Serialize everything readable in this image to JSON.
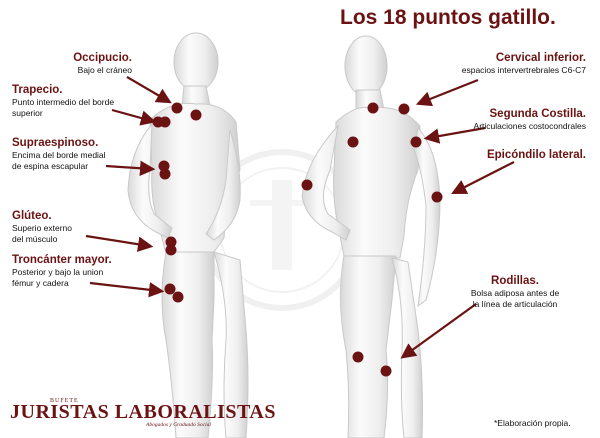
{
  "title": "Los 18  puntos gatillo.",
  "labels": {
    "occipucio": {
      "title": "Occipucio.",
      "desc": [
        "Bajo el cráneo"
      ]
    },
    "trapecio": {
      "title": "Trapecio.",
      "desc": [
        "Punto intermedio del borde",
        "superior"
      ]
    },
    "supraespinoso": {
      "title": "Supraespinoso.",
      "desc": [
        "Encima del borde medial",
        "de espina escapular"
      ]
    },
    "gluteo": {
      "title": "Glúteo.",
      "desc": [
        "Superio externo",
        "del músculo"
      ]
    },
    "trocanter": {
      "title": "Troncánter mayor.",
      "desc": [
        "Posterior y bajo la union",
        "fémur y cadera"
      ]
    },
    "cervical": {
      "title": "Cervical inferior.",
      "desc": [
        "espacios intervertrebrales C6-C7"
      ]
    },
    "costilla": {
      "title": "Segunda Costilla.",
      "desc": [
        "Articulaciones costocondrales"
      ]
    },
    "epicondilo": {
      "title": "Epicóndilo lateral.",
      "desc": []
    },
    "rodillas": {
      "title": "Rodillas.",
      "desc": [
        "Bolsa adiposa antes de",
        "la línea de articulación"
      ]
    }
  },
  "brand": {
    "small": "BUFETE",
    "name": "JURISTAS LABORALISTAS",
    "sub": "Abogados y Graduado Social"
  },
  "note": "*Elaboración propia.",
  "colors": {
    "accent": "#6b1212",
    "mannequin": "#f2f2f2",
    "mannequin_edge": "#c9c9c9"
  }
}
